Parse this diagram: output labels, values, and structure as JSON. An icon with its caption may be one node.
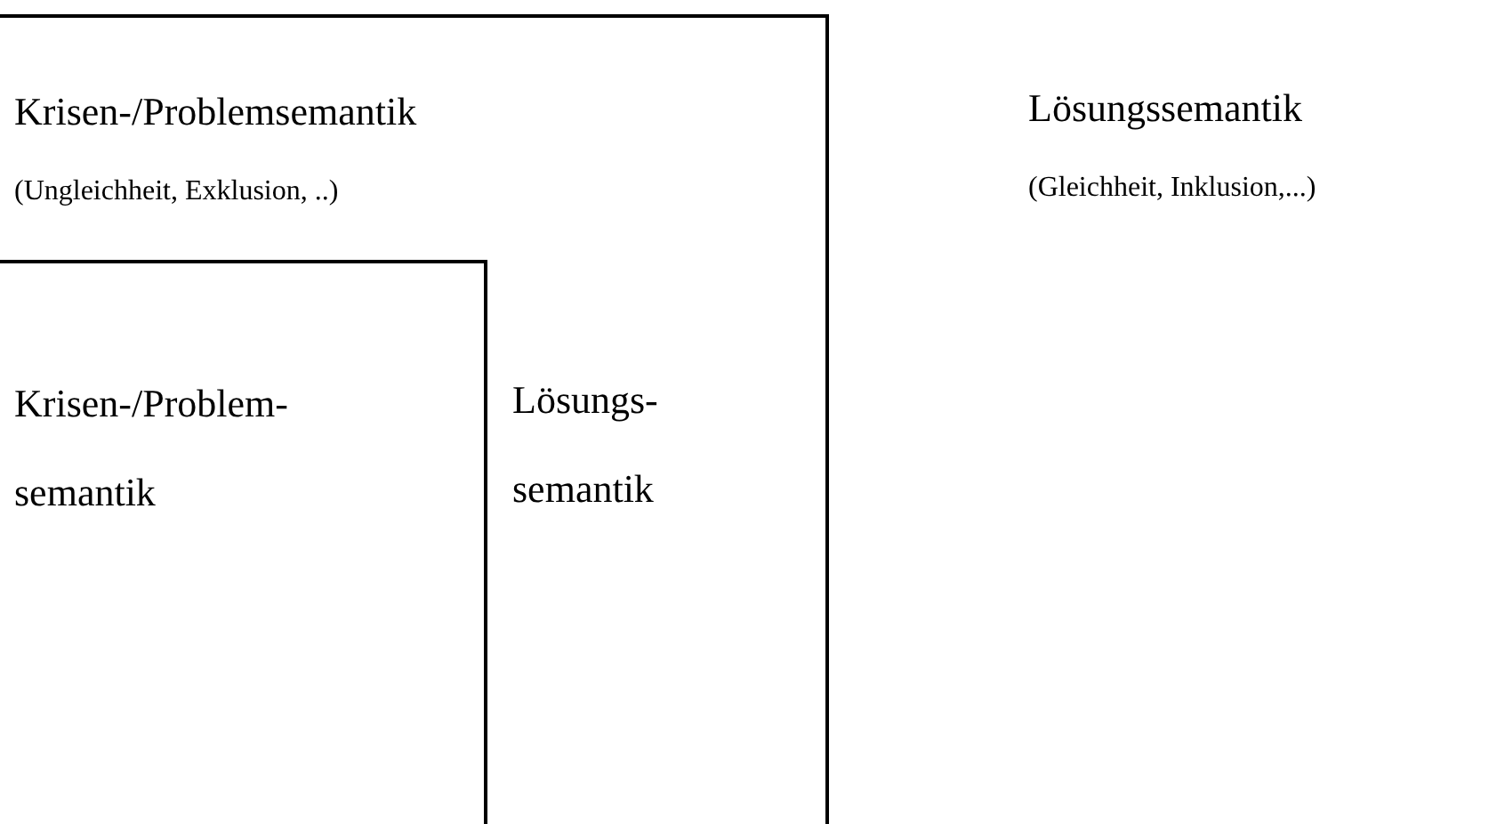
{
  "diagram": {
    "nodes": [
      {
        "text": [
          "Krisen-/Problemsemantik",
          "(Ungleichheit, Exklusion, ..)"
        ]
      },
      {
        "text": [
          "Krisen-/Problem- semantik"
        ],
        "in": 0
      },
      {
        "text": [
          "Lösungs- semantik"
        ],
        "in": 0
      },
      {
        "text": [
          "Lösungssemantik",
          "(Gleichheit, Inklusion,...)"
        ]
      }
    ],
    "edges": []
  }
}
